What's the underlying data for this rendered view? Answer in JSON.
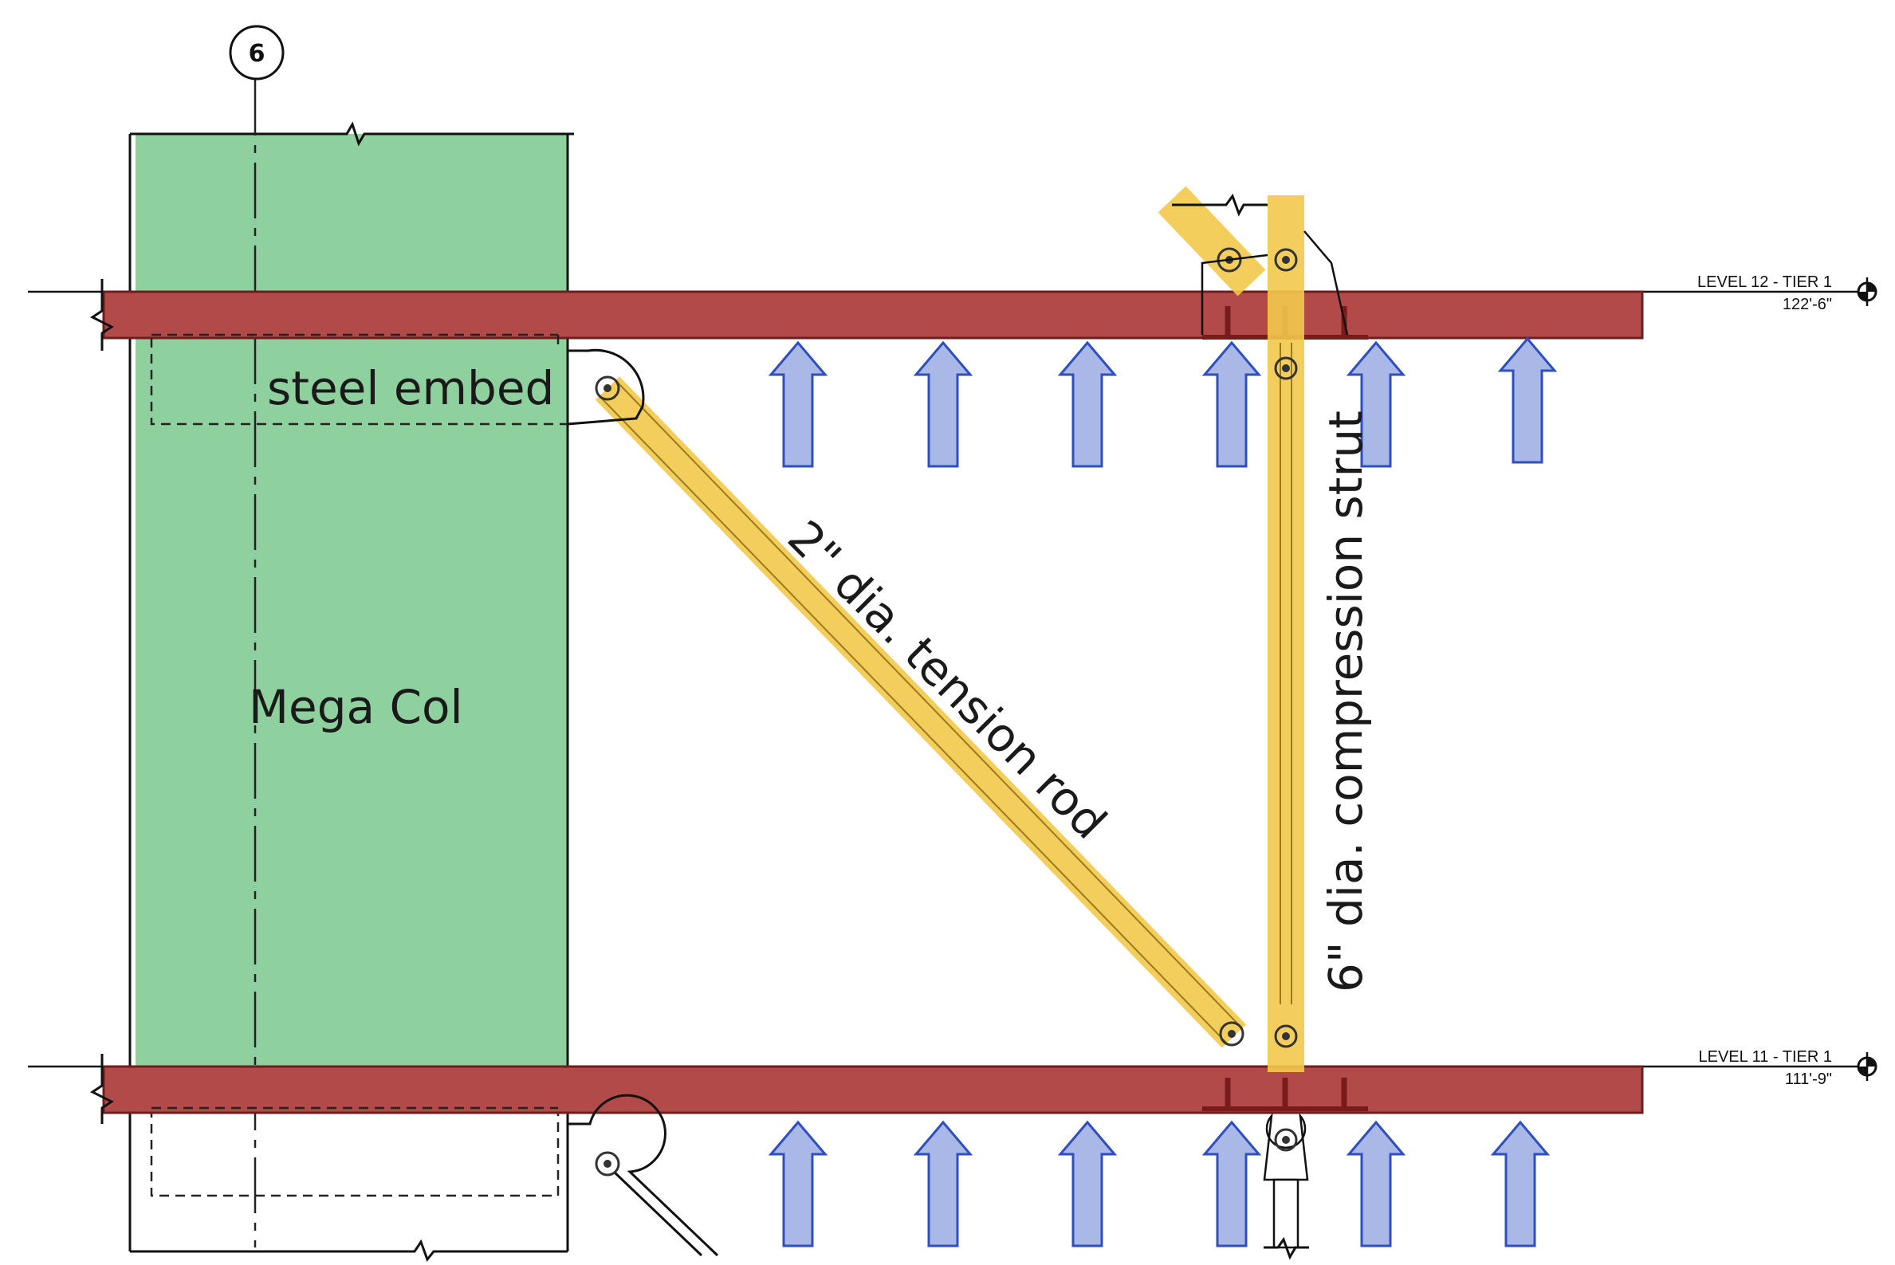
{
  "grid_line": {
    "label": "6"
  },
  "labels": {
    "steel_embed": "steel embed",
    "mega_col": "Mega Col",
    "tension_rod": "2\" dia. tension rod",
    "compression_strut": "6\" dia. compression strut"
  },
  "levels": [
    {
      "name": "LEVEL 12 - TIER 1",
      "elevation": "122'-6\""
    },
    {
      "name": "LEVEL 11 - TIER 1",
      "elevation": "111'-9\""
    }
  ],
  "colors": {
    "column": "#8fd19e",
    "slab": "#b24a4a",
    "highlight": "#f2c94c",
    "arrow_fill": "#a9b8e6",
    "arrow_stroke": "#2f4fbf",
    "line": "#111111"
  },
  "icons": [
    "up-arrow-icon",
    "level-target-icon",
    "break-line-icon",
    "pin-connection-icon"
  ]
}
